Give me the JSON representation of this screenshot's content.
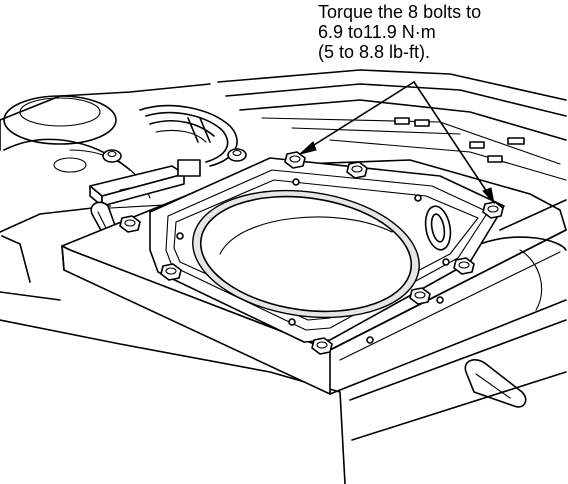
{
  "callout": {
    "lines": [
      "Torque the 8 bolts to",
      "6.9 to11.9 N·m",
      "(5 to 8.8 lb-ft)."
    ]
  },
  "bolts": {
    "count": 8
  },
  "colors": {
    "line": "#000000",
    "background": "#ffffff",
    "shade": "#e6e6e6"
  }
}
